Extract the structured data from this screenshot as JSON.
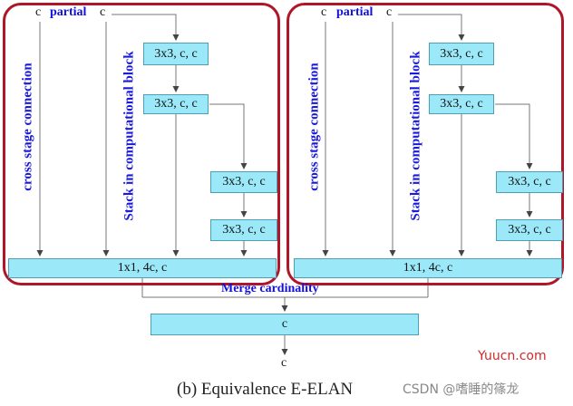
{
  "caption": "(b) Equivalence E-ELAN",
  "left_panel": {
    "top_left_label": "c",
    "partial_label": "partial",
    "top_right_label": "c",
    "cross_stage_label": "cross stage connection",
    "stack_label": "Stack in computational block",
    "conv_boxes": [
      "3x3, c, c",
      "3x3, c, c",
      "3x3, c, c",
      "3x3, c, c"
    ],
    "transition_box": "1x1, 4c, c"
  },
  "right_panel": {
    "top_left_label": "c",
    "partial_label": "partial",
    "top_right_label": "c",
    "cross_stage_label": "cross stage connection",
    "stack_label": "Stack in computational block",
    "conv_boxes": [
      "3x3, c, c",
      "3x3, c, c",
      "3x3, c, c",
      "3x3, c, c"
    ],
    "transition_box": "1x1, 4c, c"
  },
  "merge_label": "Merge cardinality",
  "merge_box": "c",
  "output_label": "c",
  "watermark_site": "Yuucn.com",
  "watermark_author": "CSDN @嗜睡的篠龙",
  "colors": {
    "frame": "#b0162a",
    "box_fill": "#9be8f8",
    "label_blue": "#1010e0",
    "watermark_red": "#d12a2a"
  }
}
